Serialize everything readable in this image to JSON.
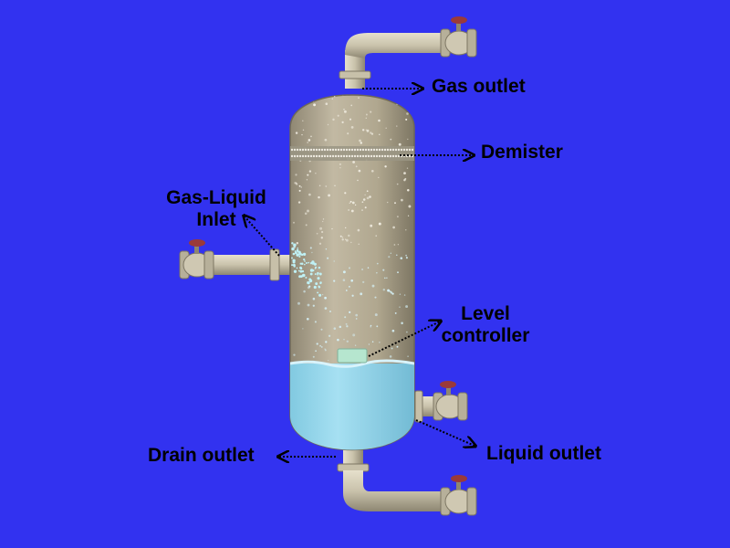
{
  "labels": {
    "gas_outlet": "Gas outlet",
    "demister": "Demister",
    "inlet_line1": "Gas-Liquid",
    "inlet_line2": "Inlet",
    "level_line1": "Level",
    "level_line2": "controller",
    "liquid_outlet": "Liquid outlet",
    "drain_outlet": "Drain outlet"
  },
  "colors": {
    "background": "#3232f0",
    "vessel": "#b5ac96",
    "pipe": "#cfc8b2",
    "liquid": "#8fd4ea",
    "valve_handle": "#9a3a3a",
    "leader": "#000000"
  }
}
